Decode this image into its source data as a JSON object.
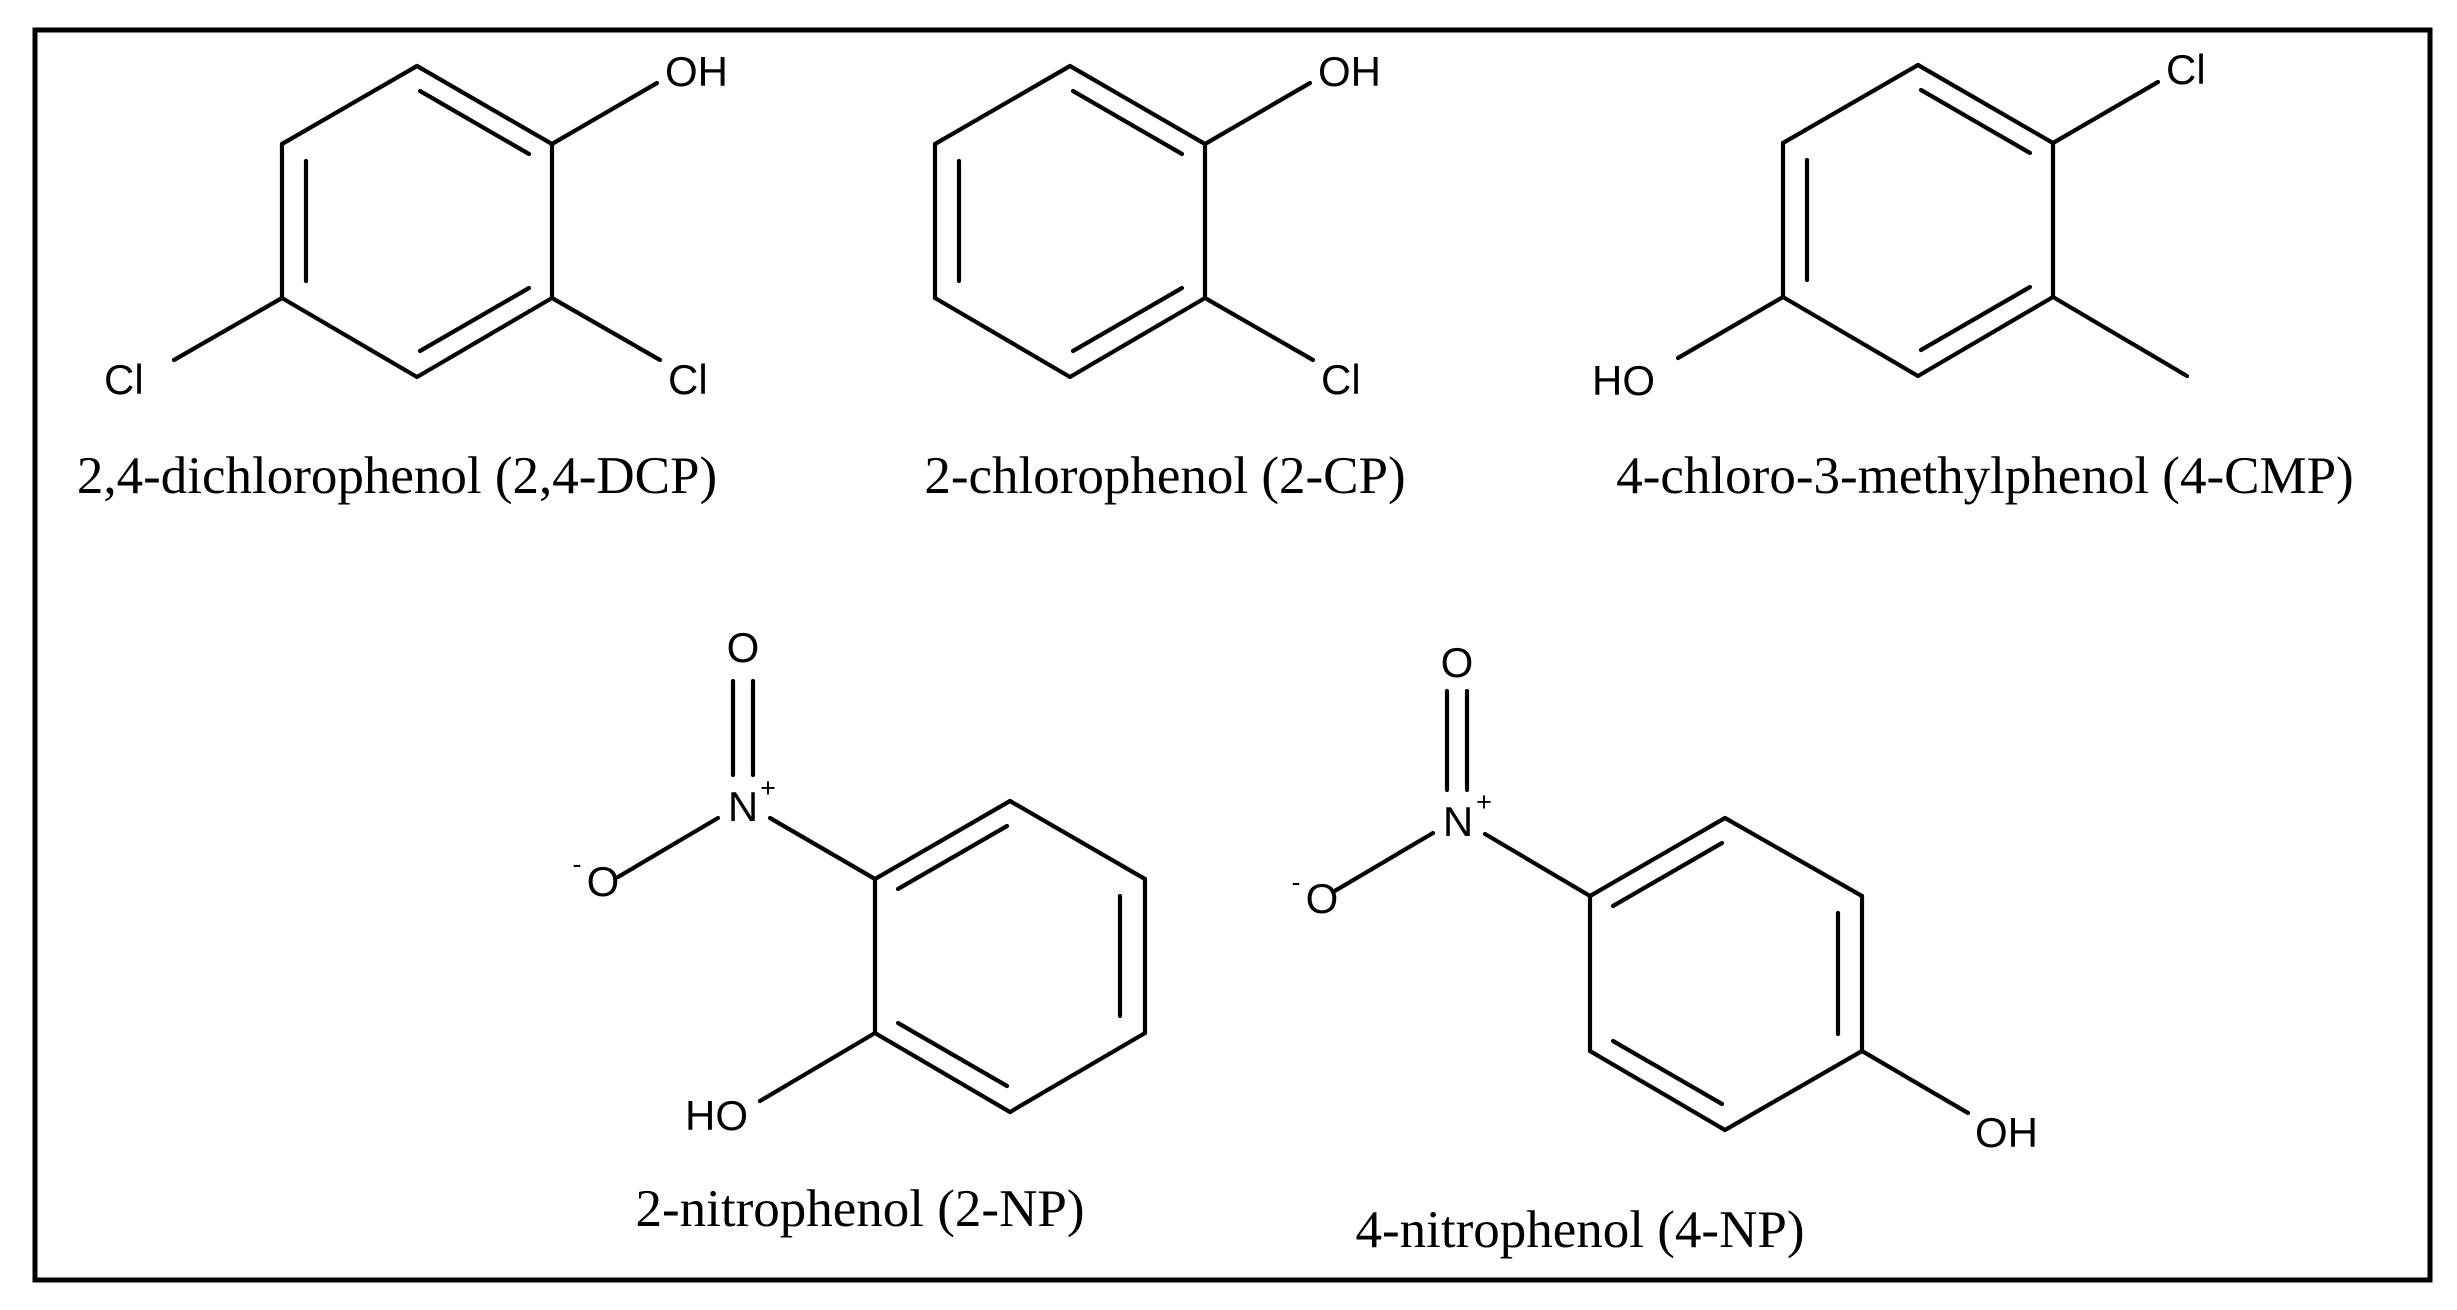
{
  "colors": {
    "background": "#ffffff",
    "ink": "#000000"
  },
  "molecules": [
    {
      "caption": "2,4-dichlorophenol (2,4-DCP)",
      "atoms": {
        "hydroxyl": "OH",
        "chloro_2": "Cl",
        "chloro_4": "Cl"
      }
    },
    {
      "caption": "2-chlorophenol (2-CP)",
      "atoms": {
        "hydroxyl": "OH",
        "chloro": "Cl"
      }
    },
    {
      "caption": "4-chloro-3-methylphenol (4-CMP)",
      "atoms": {
        "chloro": "Cl",
        "hydroxyl": "HO"
      }
    },
    {
      "caption": "2-nitrophenol (2-NP)",
      "atoms": {
        "nitro_o_double": "O",
        "nitro_n": "N",
        "nitro_n_charge": "+",
        "nitro_o_single": "O",
        "nitro_o_charge": "-",
        "hydroxyl": "HO"
      }
    },
    {
      "caption": "4-nitrophenol (4-NP)",
      "atoms": {
        "nitro_o_double": "O",
        "nitro_n": "N",
        "nitro_n_charge": "+",
        "nitro_o_single": "O",
        "nitro_o_charge": "-",
        "hydroxyl": "OH"
      }
    }
  ]
}
